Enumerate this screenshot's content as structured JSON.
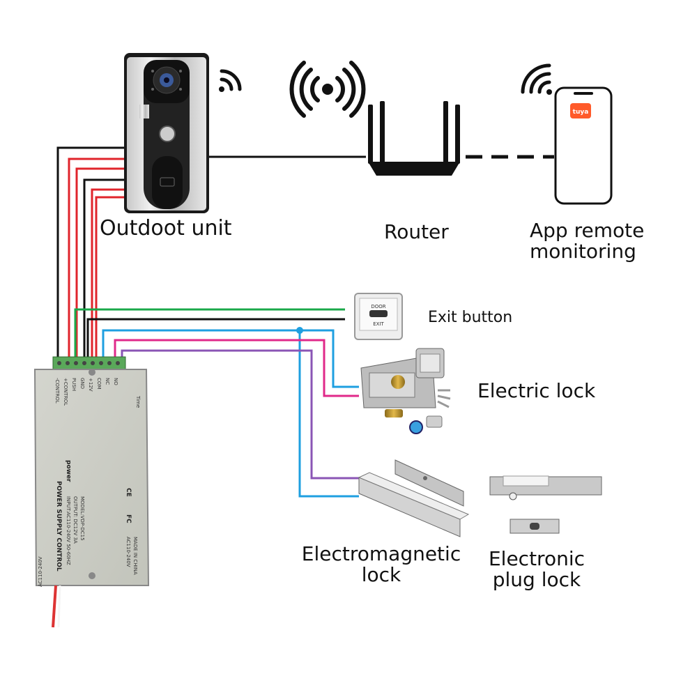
{
  "labels": {
    "outdoor_unit": "Outdoot unit",
    "router": "Router",
    "app_line1": "App  remote",
    "app_line2": "monitoring",
    "exit_button": "Exit button",
    "electric_lock": "Electric lock",
    "electromagnetic_line1": "Electromagnetic",
    "electromagnetic_line2": "lock",
    "plug_line1": "Electronic",
    "plug_line2": "plug lock"
  },
  "phone": {
    "app_badge": "tuya"
  },
  "exit_button_plate": {
    "line1": "DOOR",
    "line2": "EXIT"
  },
  "power_supply": {
    "terminals": [
      "-CONTROL",
      "+CONTROL",
      "PUSH",
      "GND",
      "+12V",
      "COM",
      "NC",
      "NO"
    ],
    "brand": "POWER SUPPLY CONTROL",
    "spec_lines": [
      "INPUT:AC110-240V 50-60HZ",
      "OUTPUT: DC12V 3A",
      "MODEL:VDP-DC15"
    ],
    "power_label": "power",
    "time_label": "Time",
    "rating": "AC110-240V",
    "made_in": "MADE IN CHINA",
    "ac_badge": "AC110-240V",
    "ce_mark": "CE",
    "fc_mark": "FC"
  },
  "colors": {
    "black": "#111111",
    "red": "#e0242b",
    "green": "#1aa84a",
    "blue": "#1e9fe0",
    "magenta": "#e0298a",
    "purple": "#8a55b5"
  },
  "icons": [
    "wifi-signal-icon",
    "broadcast-icon",
    "router-icon",
    "smartphone-icon",
    "door-station-icon",
    "exit-button-icon",
    "electric-lock-icon",
    "electromagnetic-lock-icon",
    "plug-lock-icon",
    "power-supply-icon"
  ]
}
